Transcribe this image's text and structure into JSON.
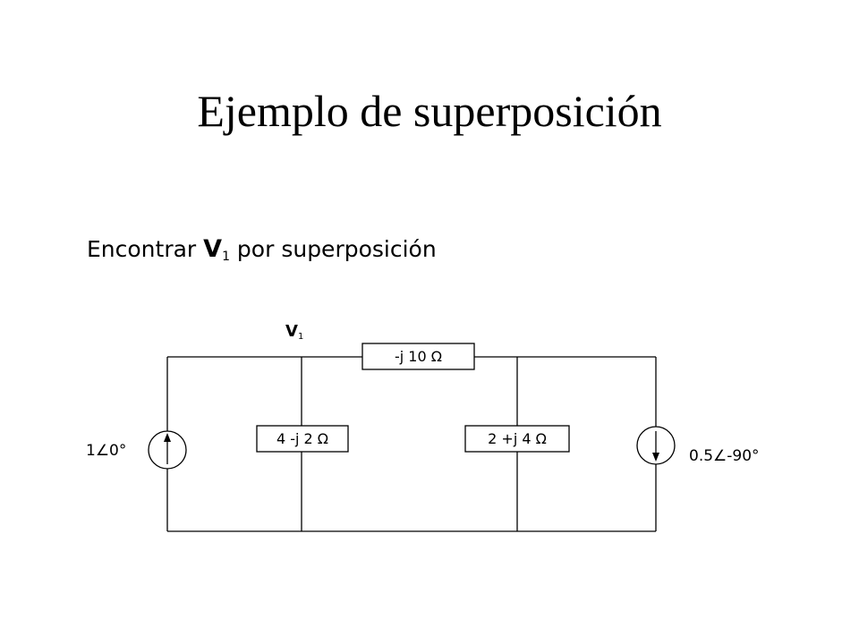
{
  "slide": {
    "title": "Ejemplo de superposición",
    "subtitle": {
      "prefix": "Encontrar ",
      "variable": "V",
      "subscript": "1",
      "suffix": " por superposición"
    }
  },
  "circuit": {
    "node_label": {
      "letter": "V",
      "subscript": "1"
    },
    "impedances": {
      "series_top": "-j 10 Ω",
      "shunt_left": "4 -j 2 Ω",
      "shunt_right": "2 +j 4 Ω"
    },
    "sources": {
      "left_current_source": {
        "label": "1∠0°",
        "arrow": "up"
      },
      "right_current_source": {
        "label": "0.5∠-90°",
        "arrow": "down"
      }
    }
  }
}
